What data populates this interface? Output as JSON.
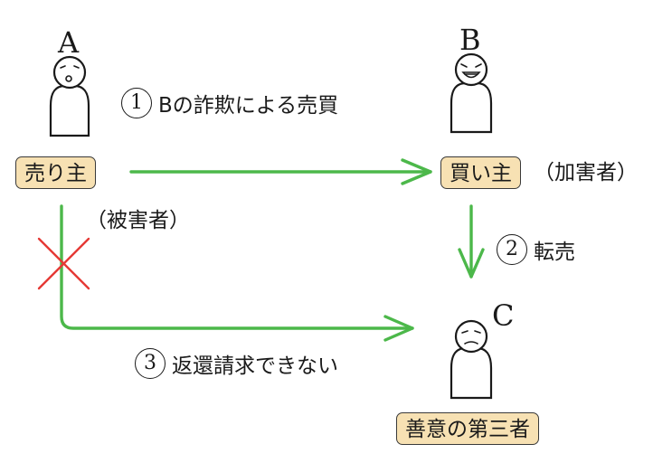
{
  "persons": {
    "a": {
      "letter": "A",
      "icon": "surprised-person-icon"
    },
    "b": {
      "letter": "B",
      "icon": "grinning-person-icon"
    },
    "c": {
      "letter": "C",
      "icon": "worried-person-icon"
    }
  },
  "labels": {
    "seller": "売り主",
    "buyer": "買い主",
    "third_party": "善意の第三者",
    "victim": "（被害者）",
    "perpetrator": "（加害者）"
  },
  "steps": [
    {
      "number": "1",
      "text": "Bの詐欺による売買"
    },
    {
      "number": "2",
      "text": "転売"
    },
    {
      "number": "3",
      "text": "返還請求できない"
    }
  ],
  "colors": {
    "arrow": "#4cb84a",
    "cross": "#e53935",
    "tag_fill": "#f7e1b3"
  }
}
